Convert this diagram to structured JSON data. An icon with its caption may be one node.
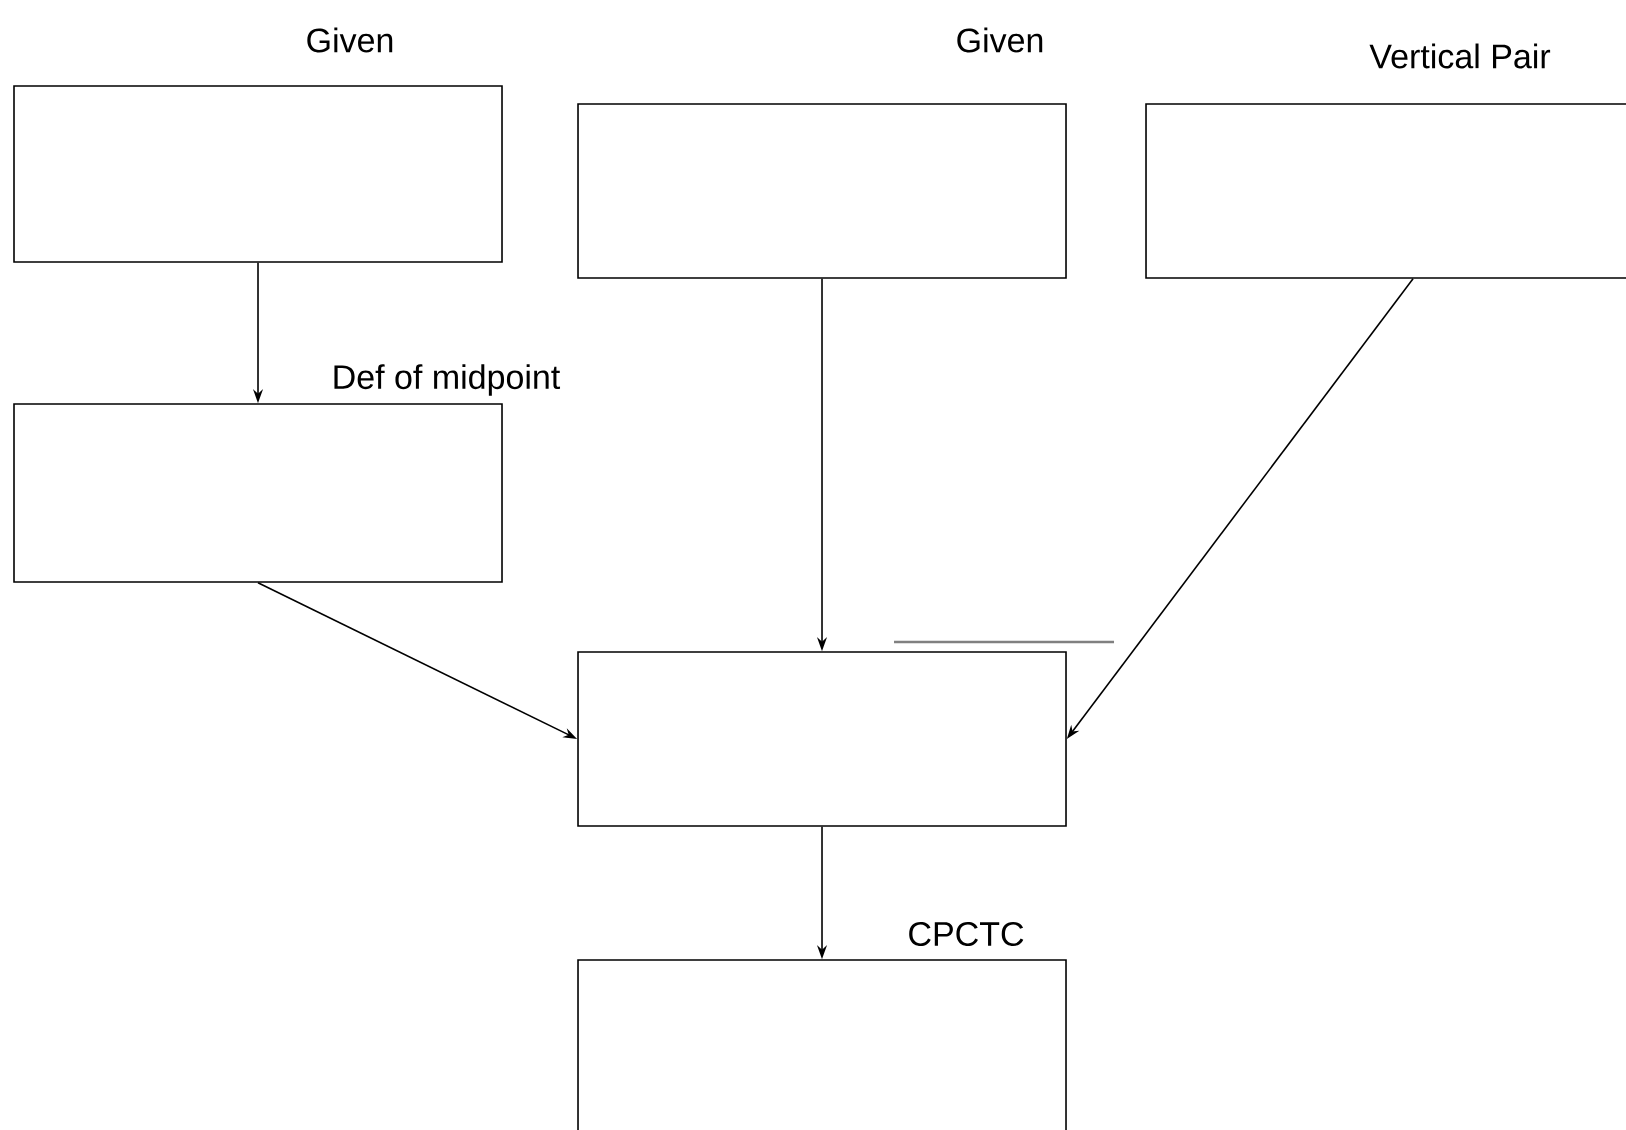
{
  "diagram": {
    "nodes": [
      {
        "text": [
          "Given"
        ]
      },
      {
        "text": [
          "Given"
        ]
      },
      {
        "text": [
          "Vertical Pair"
        ]
      },
      {
        "text": [
          "Def of midpoint"
        ]
      },
      {
        "text": [],
        "shape": "box"
      },
      {
        "text": [
          "CPCTC"
        ]
      }
    ],
    "edges": [
      {
        "from": 0,
        "to": 3,
        "arrow": "to"
      },
      {
        "from": 1,
        "to": 4,
        "arrow": "to"
      },
      {
        "from": 2,
        "to": 4,
        "arrow": "to"
      },
      {
        "from": 3,
        "to": 4,
        "arrow": "to"
      },
      {
        "from": 4,
        "to": 5,
        "arrow": "to"
      }
    ]
  }
}
